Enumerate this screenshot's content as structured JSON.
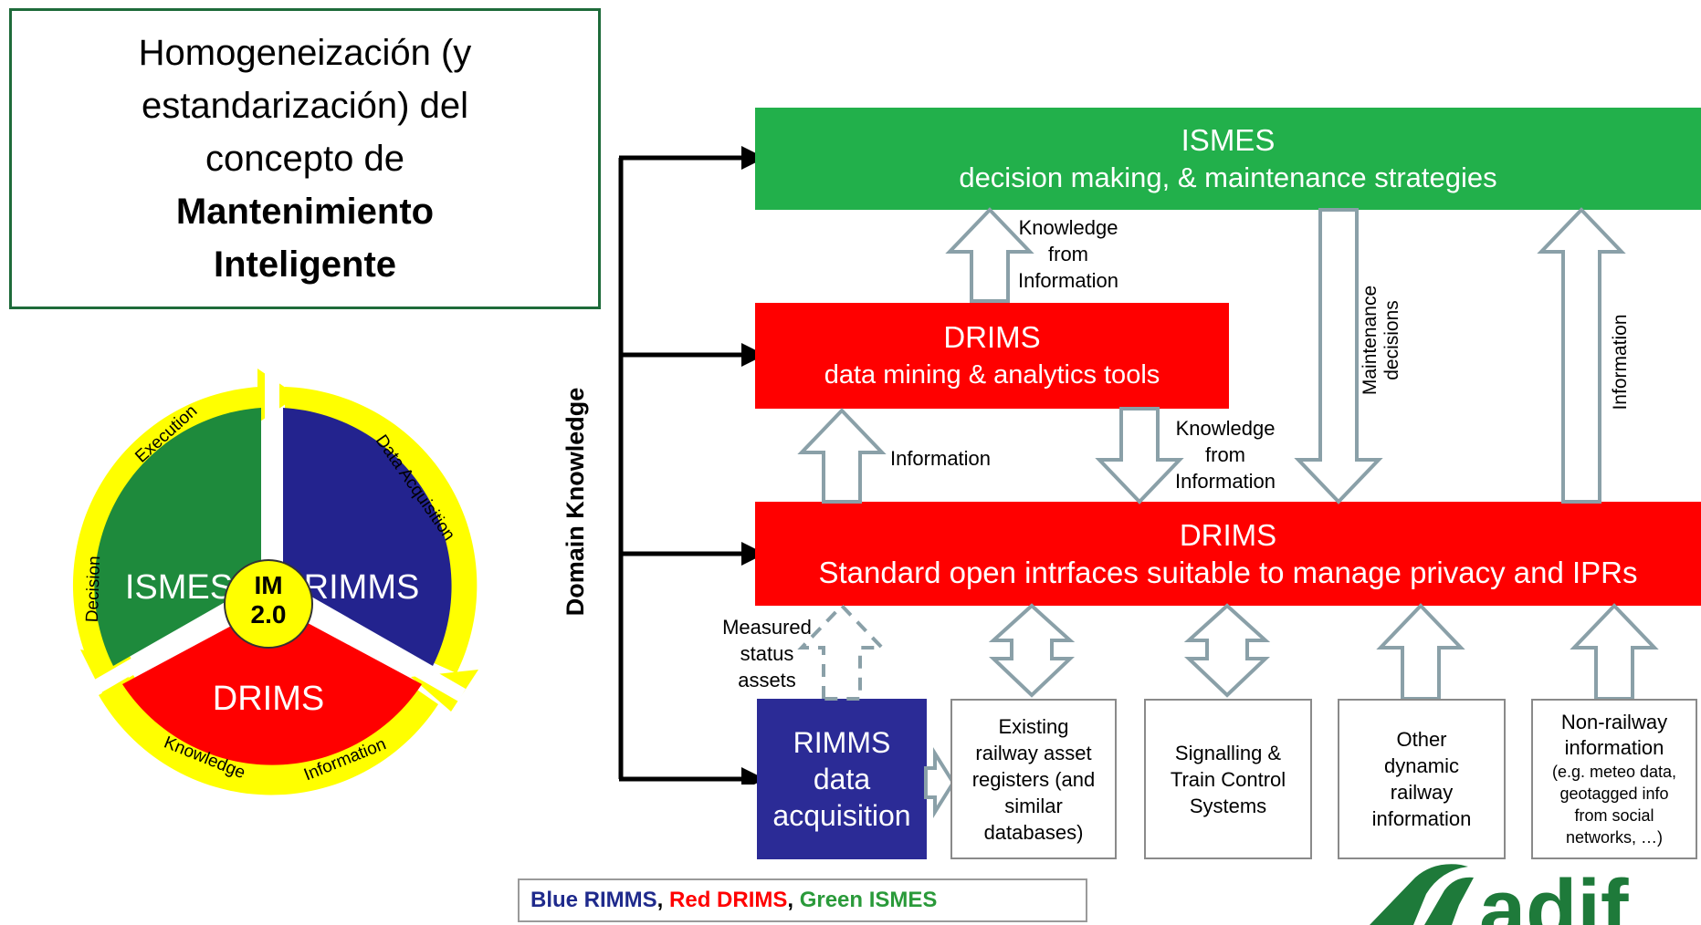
{
  "title": {
    "line1": "Homogeneización (y",
    "line2": "estandarización) del",
    "line3": "concepto de",
    "bold1": "Mantenimiento",
    "bold2": "Inteligente"
  },
  "cycle": {
    "segments": [
      "ISMES",
      "RIMMS",
      "DRIMS"
    ],
    "center_line1": "IM",
    "center_line2": "2.0",
    "arrow_labels": [
      "Execution",
      "Data Acquisition",
      "Information",
      "Knowledge",
      "Decision"
    ],
    "colors": {
      "ismes": "#1e8a3c",
      "rimms": "#23238e",
      "drims": "#ff0000",
      "ring": "#ffff00"
    }
  },
  "domain_knowledge": "Domain Knowledge",
  "ismes_band": {
    "title": "ISMES",
    "subtitle": "decision making, & maintenance strategies"
  },
  "drims_mid": {
    "title": "DRIMS",
    "subtitle": "data mining & analytics tools"
  },
  "drims_std": {
    "title": "DRIMS",
    "subtitle": "Standard open intrfaces suitable to manage privacy and IPRs"
  },
  "rimms_box": {
    "line1": "RIMMS",
    "line2": "data",
    "line3": "acquisition"
  },
  "arrow_labels": {
    "knowledge_top": [
      "Knowledge",
      "from",
      "Information"
    ],
    "information_left": "Information",
    "knowledge_mid": [
      "Knowledge",
      "from",
      "Information"
    ],
    "maintenance": [
      "Maintenance",
      "decisions"
    ],
    "information_right": "Information",
    "measured": [
      "Measured",
      "status",
      "assets"
    ]
  },
  "sources": [
    {
      "lines": [
        "Existing",
        "railway asset",
        "registers (and",
        "similar",
        "databases)"
      ]
    },
    {
      "lines": [
        "Signalling &",
        "Train Control",
        "Systems"
      ]
    },
    {
      "lines": [
        "Other",
        "dynamic",
        "railway",
        "information"
      ]
    },
    {
      "lines": [
        "Non-railway",
        "information",
        "(e.g. meteo data,",
        "geotagged info",
        "from social",
        "networks, …)"
      ]
    }
  ],
  "legend": {
    "blue": "Blue RIMMS",
    "red": "Red DRIMS",
    "green": "Green ISMES",
    "sep": ", "
  },
  "logo": {
    "text": "adif"
  },
  "colors": {
    "green": "#22b04b",
    "red": "#ff0000",
    "blue": "#2b2b96",
    "legend_blue": "#1f2a8c",
    "legend_red": "#ff0000",
    "legend_green": "#2a9a3a"
  }
}
